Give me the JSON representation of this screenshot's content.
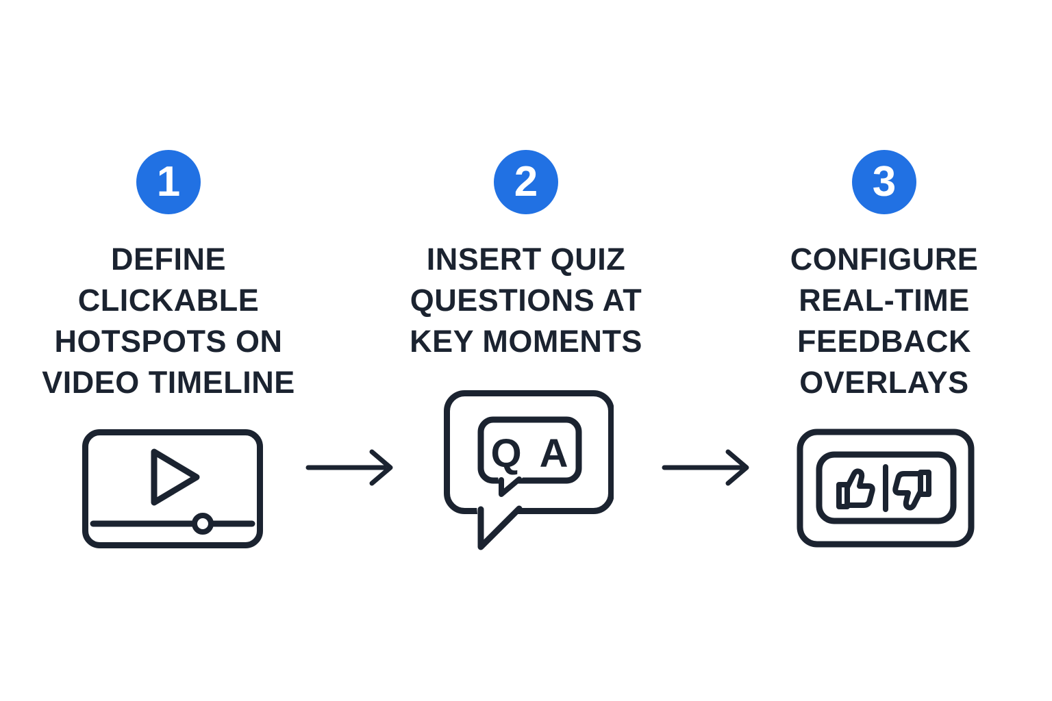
{
  "colors": {
    "accent": "#2171E3",
    "ink": "#1B2330",
    "background": "#FFFFFF"
  },
  "steps": [
    {
      "number": "1",
      "title_lines": [
        "DEFINE",
        "CLICKABLE",
        "HOTSPOTS ON",
        "VIDEO TIMELINE"
      ],
      "icon": "video-player-icon"
    },
    {
      "number": "2",
      "title_lines": [
        "INSERT QUIZ",
        "QUESTIONS AT",
        "KEY MOMENTS"
      ],
      "icon": "quiz-bubble-icon",
      "icon_label": "Q A"
    },
    {
      "number": "3",
      "title_lines": [
        "CONFIGURE",
        "REAL-TIME",
        "FEEDBACK",
        "OVERLAYS"
      ],
      "icon": "feedback-thumbs-icon"
    }
  ],
  "connectors": [
    {
      "type": "arrow-right"
    },
    {
      "type": "arrow-right"
    }
  ]
}
